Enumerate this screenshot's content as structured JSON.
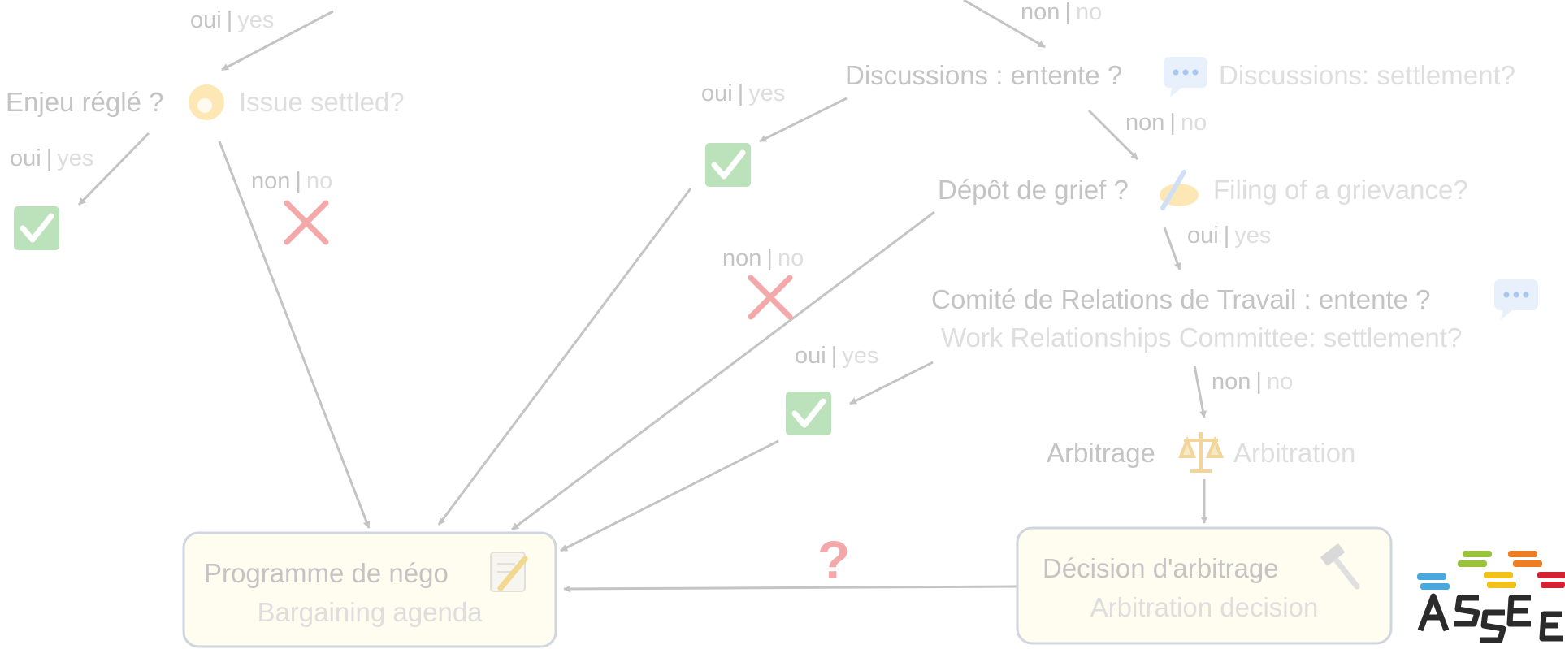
{
  "colors": {
    "arrow": "#c4c4c4",
    "french_text": "#c4c4c4",
    "english_text": "#dedede",
    "box_fill": "#fffcf0",
    "box_border": "#cfd6e0",
    "check_green": "#8fcf8f",
    "cross_red": "#f3a9a9",
    "question_red": "#f3a9a9"
  },
  "labels": {
    "oui": "oui",
    "non": "non",
    "sep": "|",
    "yes": "yes",
    "no": "no",
    "question": "?"
  },
  "nodes": {
    "issue_settled": {
      "fr": "Enjeu réglé ?",
      "en": "Issue settled?",
      "icon": "ok-hand-icon"
    },
    "discussions": {
      "fr": "Discussions : entente ?",
      "en": "Discussions: settlement?",
      "icon": "speech-bubble-icon"
    },
    "grievance": {
      "fr": "Dépôt de grief ?",
      "en": "Filing of a grievance?",
      "icon": "writing-hand-icon"
    },
    "committee": {
      "fr": "Comité de Relations de Travail : entente ?",
      "en": "Work Relationships Committee: settlement?",
      "icon": "speech-bubble-icon"
    },
    "arbitration": {
      "fr": "Arbitrage",
      "en": "Arbitration",
      "icon": "balance-scale-icon"
    },
    "bargaining_agenda": {
      "fr": "Programme de négo",
      "en": "Bargaining agenda",
      "icon": "memo-icon"
    },
    "arbitration_decision": {
      "fr": "Décision d'arbitrage",
      "en": "Arbitration decision",
      "icon": "hammer-icon"
    }
  },
  "logo": {
    "text": "ASSÉÉ"
  }
}
